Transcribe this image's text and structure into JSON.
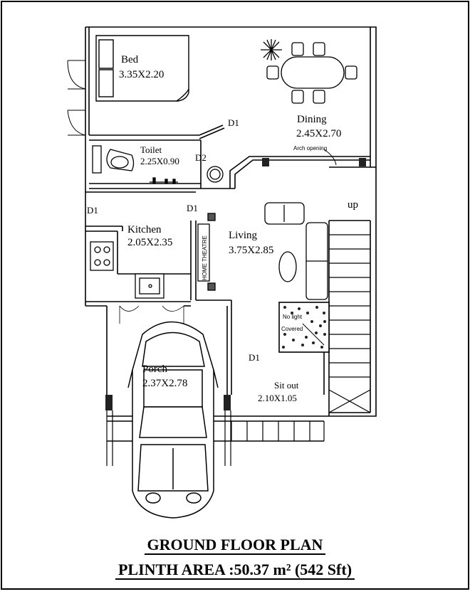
{
  "rooms": {
    "bed": {
      "name": "Bed",
      "dims": "3.35X2.20"
    },
    "dining": {
      "name": "Dining",
      "dims": "2.45X2.70"
    },
    "toilet": {
      "name": "Toilet",
      "dims": "2.25X0.90"
    },
    "kitchen": {
      "name": "Kitchen",
      "dims": "2.05X2.35"
    },
    "living": {
      "name": "Living",
      "dims": "3.75X2.85"
    },
    "porch": {
      "name": "Porch",
      "dims": "2.37X2.78"
    },
    "sitout": {
      "name": "Sit out",
      "dims": "2.10X1.05"
    }
  },
  "doors": {
    "d1_dining": "D1",
    "d2_toilet": "D2",
    "d1_left": "D1",
    "d1_kitchen": "D1",
    "d1_sitout": "D1"
  },
  "notes": {
    "arch_opening": "Arch opening",
    "stair": "up",
    "home_theatre": "HOME THEATRE",
    "covered_top": "No light",
    "covered": "Covered"
  },
  "caption": {
    "title": "GROUND FLOOR PLAN",
    "plinth": "PLINTH AREA :50.37 m² (542 Sft)"
  }
}
